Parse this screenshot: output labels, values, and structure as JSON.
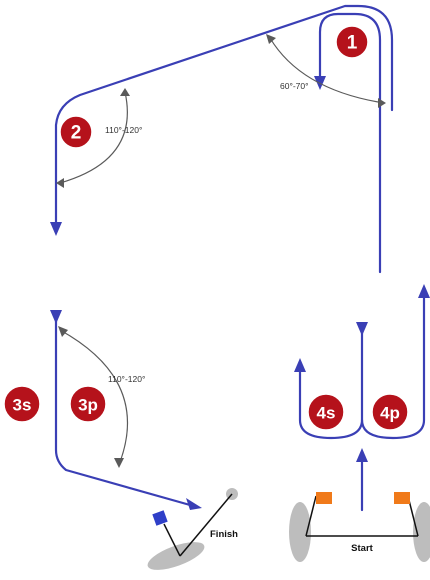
{
  "marks": {
    "m1": "1",
    "m2": "2",
    "m3s": "3s",
    "m3p": "3p",
    "m4s": "4s",
    "m4p": "4p"
  },
  "angles": {
    "mark1": "60°-70°",
    "mark2": "110°-120°",
    "mark3": "110°-120°"
  },
  "labels": {
    "start": "Start",
    "finish": "Finish"
  },
  "colors": {
    "course_line": "#3a3fb5",
    "mark_badge": "#b5121b",
    "start_flag": "#f07a1a",
    "finish_flag": "#2f3fc8"
  }
}
